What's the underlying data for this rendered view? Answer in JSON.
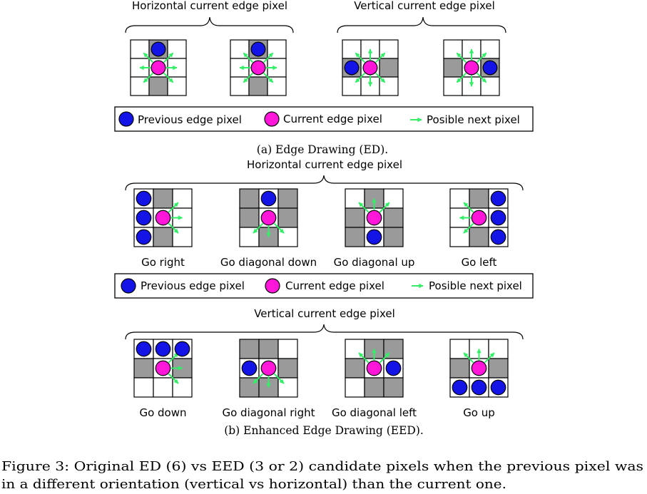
{
  "colors": {
    "previous": "#1414e6",
    "current": "#ff16d8",
    "arrow": "#33ee66",
    "gray": "#9a9a9a",
    "white": "#ffffff",
    "stroke": "#000000"
  },
  "part_a": {
    "group_titles": [
      "Horizontal current edge pixel",
      "Vertical current edge pixel"
    ],
    "diagrams": [
      {
        "gray": [
          [
            0,
            1
          ],
          [
            2,
            1
          ]
        ],
        "prev": [
          [
            0,
            1
          ]
        ],
        "cur": [
          1,
          1
        ],
        "arrows": [
          [
            -1,
            -1
          ],
          [
            1,
            -1
          ],
          [
            -1,
            0
          ],
          [
            1,
            0
          ],
          [
            -1,
            1
          ],
          [
            1,
            1
          ]
        ]
      },
      {
        "gray": [
          [
            0,
            1
          ],
          [
            2,
            1
          ]
        ],
        "prev": [
          [
            0,
            1
          ]
        ],
        "cur": [
          1,
          1
        ],
        "arrows": [
          [
            -1,
            -1
          ],
          [
            1,
            -1
          ],
          [
            -1,
            0
          ],
          [
            1,
            0
          ],
          [
            -1,
            1
          ],
          [
            1,
            1
          ]
        ]
      },
      {
        "gray": [
          [
            1,
            0
          ],
          [
            1,
            2
          ]
        ],
        "prev": [
          [
            1,
            0
          ]
        ],
        "cur": [
          1,
          1
        ],
        "arrows": [
          [
            -1,
            -1
          ],
          [
            0,
            -1
          ],
          [
            1,
            -1
          ],
          [
            -1,
            1
          ],
          [
            0,
            1
          ],
          [
            1,
            1
          ]
        ]
      },
      {
        "gray": [
          [
            1,
            0
          ],
          [
            1,
            2
          ]
        ],
        "prev": [
          [
            1,
            2
          ]
        ],
        "cur": [
          1,
          1
        ],
        "arrows": [
          [
            -1,
            -1
          ],
          [
            0,
            -1
          ],
          [
            1,
            -1
          ],
          [
            -1,
            1
          ],
          [
            0,
            1
          ],
          [
            1,
            1
          ]
        ]
      }
    ],
    "legend": {
      "previous": "Previous edge pixel",
      "current": "Current edge pixel",
      "next": "Posible next pixel"
    },
    "caption": "(a) Edge Drawing (ED)."
  },
  "part_b": {
    "horizontal_title": "Horizontal current edge pixel",
    "horizontal": [
      {
        "label": "Go right",
        "gray": [
          [
            0,
            1
          ],
          [
            2,
            1
          ]
        ],
        "prev": [
          [
            0,
            0
          ],
          [
            1,
            0
          ],
          [
            2,
            0
          ]
        ],
        "cur": [
          1,
          1
        ],
        "arrows": [
          [
            1,
            -1
          ],
          [
            1,
            0
          ],
          [
            1,
            1
          ]
        ]
      },
      {
        "label": "Go diagonal down",
        "gray": [
          [
            0,
            0
          ],
          [
            0,
            2
          ],
          [
            1,
            0
          ],
          [
            1,
            2
          ],
          [
            2,
            1
          ]
        ],
        "prev": [
          [
            0,
            1
          ]
        ],
        "cur": [
          1,
          1
        ],
        "arrows": [
          [
            -1,
            1
          ],
          [
            0,
            1
          ],
          [
            1,
            1
          ]
        ]
      },
      {
        "label": "Go diagonal up",
        "gray": [
          [
            0,
            1
          ],
          [
            1,
            0
          ],
          [
            1,
            2
          ],
          [
            2,
            0
          ],
          [
            2,
            2
          ]
        ],
        "prev": [
          [
            2,
            1
          ]
        ],
        "cur": [
          1,
          1
        ],
        "arrows": [
          [
            -1,
            -1
          ],
          [
            0,
            -1
          ],
          [
            1,
            -1
          ]
        ]
      },
      {
        "label": "Go left",
        "gray": [
          [
            0,
            1
          ],
          [
            2,
            1
          ]
        ],
        "prev": [
          [
            0,
            2
          ],
          [
            1,
            2
          ],
          [
            2,
            2
          ]
        ],
        "cur": [
          1,
          1
        ],
        "arrows": [
          [
            -1,
            -1
          ],
          [
            -1,
            0
          ],
          [
            -1,
            1
          ]
        ]
      }
    ],
    "legend": {
      "previous": "Previous edge pixel",
      "current": "Current edge pixel",
      "next": "Posible next pixel"
    },
    "vertical_title": "Vertical current edge pixel",
    "vertical": [
      {
        "label": "Go down",
        "gray": [
          [
            1,
            0
          ],
          [
            1,
            2
          ]
        ],
        "prev": [
          [
            0,
            0
          ],
          [
            0,
            1
          ],
          [
            0,
            2
          ]
        ],
        "cur": [
          1,
          1
        ],
        "arrows": [
          [
            1,
            -1
          ],
          [
            1,
            0
          ],
          [
            1,
            1
          ]
        ]
      },
      {
        "label": "Go diagonal right",
        "gray": [
          [
            0,
            0
          ],
          [
            0,
            1
          ],
          [
            1,
            2
          ],
          [
            2,
            0
          ],
          [
            2,
            1
          ]
        ],
        "prev": [
          [
            1,
            0
          ]
        ],
        "cur": [
          1,
          1
        ],
        "arrows": [
          [
            -1,
            1
          ],
          [
            0,
            1
          ],
          [
            1,
            1
          ]
        ]
      },
      {
        "label": "Go diagonal left",
        "gray": [
          [
            0,
            1
          ],
          [
            0,
            2
          ],
          [
            1,
            0
          ],
          [
            2,
            1
          ],
          [
            2,
            2
          ]
        ],
        "prev": [
          [
            1,
            2
          ]
        ],
        "cur": [
          1,
          1
        ],
        "arrows": [
          [
            -1,
            -1
          ],
          [
            0,
            -1
          ],
          [
            1,
            -1
          ]
        ]
      },
      {
        "label": "Go up",
        "gray": [
          [
            1,
            0
          ],
          [
            1,
            2
          ]
        ],
        "prev": [
          [
            2,
            0
          ],
          [
            2,
            1
          ],
          [
            2,
            2
          ]
        ],
        "cur": [
          1,
          1
        ],
        "arrows": [
          [
            -1,
            -1
          ],
          [
            0,
            -1
          ],
          [
            1,
            -1
          ]
        ]
      }
    ],
    "caption": "(b) Enhanced Edge Drawing (EED)."
  },
  "figure_caption": {
    "line1": "Figure 3: Original ED (6) vs EED (3 or 2) candidate pixels when the previous pixel was",
    "line2": "in a different orientation (vertical vs horizontal) than the current one."
  }
}
